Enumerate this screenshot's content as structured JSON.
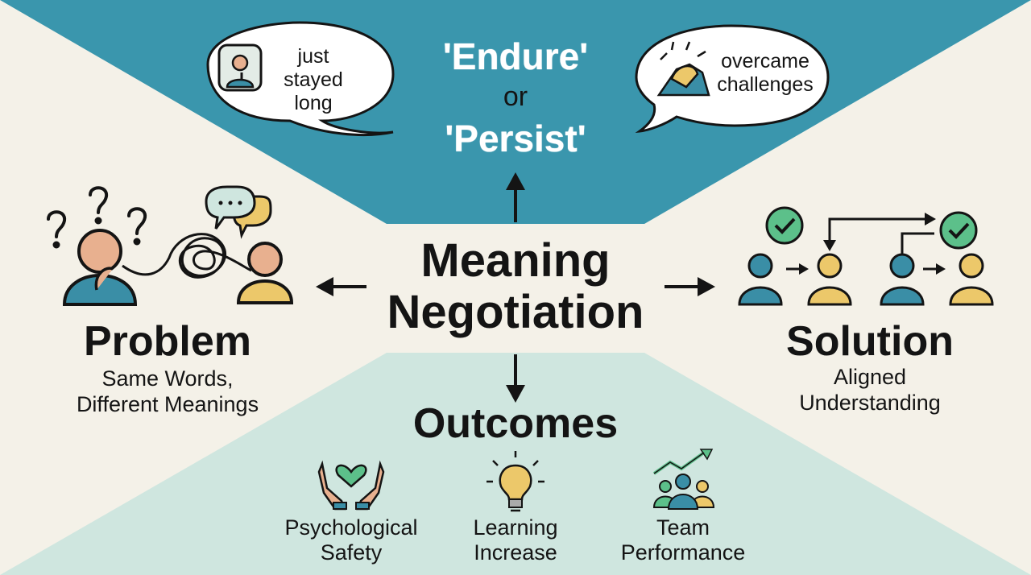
{
  "center": {
    "line1": "Meaning",
    "line2": "Negotiation"
  },
  "top": {
    "word1": "'Endure'",
    "connector": "or",
    "word2": "'Persist'",
    "bubble_left": {
      "line1": "just",
      "line2": "stayed",
      "line3": "long",
      "icon": "person-thinking-icon"
    },
    "bubble_right": {
      "line1": "overcame",
      "line2": "challenges",
      "icon": "handshake-icon"
    }
  },
  "problem": {
    "title": "Problem",
    "sub1": "Same Words,",
    "sub2": "Different Meanings",
    "icons": [
      "confused-person-icon",
      "question-mark-icon",
      "tangled-line-icon",
      "chat-bubbles-icon",
      "person-icon"
    ]
  },
  "solution": {
    "title": "Solution",
    "sub1": "Aligned",
    "sub2": "Understanding",
    "icons": [
      "check-circle-icon",
      "person-icon",
      "arrow-icon"
    ]
  },
  "outcomes": {
    "title": "Outcomes",
    "items": [
      {
        "line1": "Psychological",
        "line2": "Safety",
        "icon": "heart-hands-icon"
      },
      {
        "line1": "Learning",
        "line2": "Increase",
        "icon": "lightbulb-icon"
      },
      {
        "line1": "Team",
        "line2": "Performance",
        "icon": "team-growth-icon"
      }
    ]
  },
  "colors": {
    "teal": "#3a96ad",
    "mint": "#cfe6df",
    "cream": "#f4f1e8",
    "skin": "#e8b08f",
    "blue_person": "#3a8ea6",
    "yellow_person": "#ecc86a",
    "green_check": "#5cc08a"
  }
}
